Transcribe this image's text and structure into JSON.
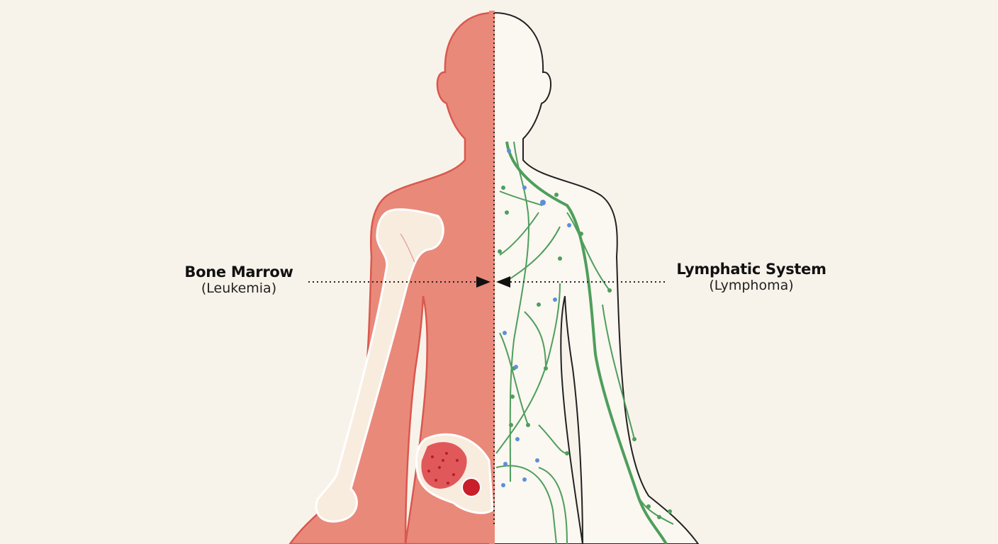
{
  "labels": {
    "left": {
      "title": "Bone Marrow",
      "subtitle": "(Leukemia)"
    },
    "right": {
      "title": "Lymphatic System",
      "subtitle": "(Lymphoma)"
    }
  },
  "colors": {
    "background": "#f8f3ea",
    "left_fill": "#e9897a",
    "left_outline": "#d9584e",
    "bone": "#f8ecdf",
    "marrow_red": "#c81f2a",
    "lymph_green": "#4e9e5c",
    "lymph_node_blue": "#5b8fdc",
    "outline": "#222222"
  }
}
